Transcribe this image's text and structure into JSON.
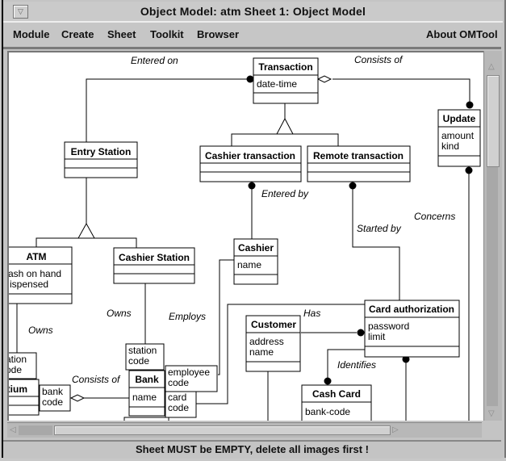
{
  "window": {
    "title": "Object Model: atm  Sheet 1: Object Model",
    "menu_icon": "window-menu-icon"
  },
  "menubar": {
    "items": [
      "Module",
      "Create",
      "Sheet",
      "Toolkit",
      "Browser"
    ],
    "about": "About OMTool"
  },
  "diagram": {
    "classes": {
      "transaction": {
        "name": "Transaction",
        "attributes": [
          "date-time"
        ]
      },
      "update": {
        "name": "Update",
        "attributes": [
          "amount",
          "kind"
        ]
      },
      "entry_station": {
        "name": "Entry Station",
        "attributes": []
      },
      "cashier_transaction": {
        "name": "Cashier transaction",
        "attributes": []
      },
      "remote_transaction": {
        "name": "Remote transaction",
        "attributes": []
      },
      "atm": {
        "name": "ATM",
        "attributes": [
          "ash on hand",
          "ispensed"
        ]
      },
      "cashier_station": {
        "name": "Cashier Station",
        "attributes": []
      },
      "cashier": {
        "name": "Cashier",
        "attributes": [
          "name"
        ]
      },
      "customer": {
        "name": "Customer",
        "attributes": [
          "address",
          "name"
        ]
      },
      "card_authorization": {
        "name": "Card authorization",
        "attributes": [
          "password",
          "limit"
        ]
      },
      "cash_card": {
        "name": "Cash Card",
        "attributes": [
          "bank-code"
        ]
      },
      "bank": {
        "name": "Bank",
        "attributes": [
          "name"
        ]
      },
      "consortium": {
        "name": "rtium",
        "attributes": []
      }
    },
    "qualifiers": {
      "station_code_left": [
        "ation",
        "ode"
      ],
      "station_code": [
        "station",
        "code"
      ],
      "bank_code": [
        "bank",
        "code"
      ],
      "employee_code": [
        "employee",
        "code"
      ],
      "card_code": [
        "card",
        "code"
      ]
    },
    "association_labels": {
      "entered_on": "Entered on",
      "consists_of_top": "Consists of",
      "entered_by": "Entered by",
      "started_by": "Started by",
      "concerns": "Concerns",
      "owns_left": "Owns",
      "owns_mid": "Owns",
      "employs": "Employs",
      "has": "Has",
      "identifies": "Identifies",
      "consists_of_bottom": "Consists of"
    }
  },
  "status": {
    "message": "Sheet MUST be EMPTY, delete all images first !"
  }
}
